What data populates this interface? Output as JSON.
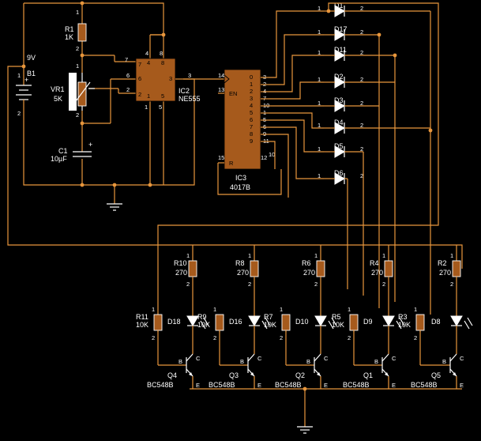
{
  "battery": {
    "ref": "B1",
    "value": "9V",
    "plus": "+",
    "pin1": "1",
    "pin2": "2"
  },
  "r1": {
    "ref": "R1",
    "value": "1K"
  },
  "vr1": {
    "ref": "VR1",
    "value": "5K"
  },
  "c1": {
    "ref": "C1",
    "value": "10µF",
    "plus": "+"
  },
  "ic2": {
    "ref": "IC2",
    "part": "NE555",
    "pins": [
      "4",
      "8",
      "7",
      "6",
      "2",
      "1",
      "5",
      "3"
    ]
  },
  "ic3": {
    "ref": "IC3",
    "part": "4017B",
    "en_label": "EN",
    "r_label": "R",
    "left_pins": [
      "14",
      "13",
      "15"
    ],
    "outputs": [
      {
        "idx": "0",
        "pin": "3"
      },
      {
        "idx": "1",
        "pin": "2"
      },
      {
        "idx": "2",
        "pin": "4"
      },
      {
        "idx": "3",
        "pin": "7"
      },
      {
        "idx": "4",
        "pin": "10"
      },
      {
        "idx": "5",
        "pin": "1"
      },
      {
        "idx": "6",
        "pin": "5"
      },
      {
        "idx": "7",
        "pin": "6"
      },
      {
        "idx": "8",
        "pin": "9"
      },
      {
        "idx": "9",
        "pin": "11"
      }
    ],
    "bottom_pins": [
      "15",
      "10",
      "12"
    ]
  },
  "steering_diodes": [
    {
      "ref": "D1"
    },
    {
      "ref": "D17"
    },
    {
      "ref": "D11"
    },
    {
      "ref": "D2"
    },
    {
      "ref": "D3"
    },
    {
      "ref": "D4"
    },
    {
      "ref": "D5"
    },
    {
      "ref": "D6"
    }
  ],
  "diode_pins": {
    "a": "1",
    "k": "2"
  },
  "stages": [
    {
      "base_res": "R11",
      "base_val": "10K",
      "coll_res": "R10",
      "coll_val": "270",
      "led": "D18",
      "q": "Q4",
      "q_part": "BC548B"
    },
    {
      "base_res": "R9",
      "base_val": "10K",
      "coll_res": "R8",
      "coll_val": "270",
      "led": "D16",
      "q": "Q3",
      "q_part": "BC548B"
    },
    {
      "base_res": "R7",
      "base_val": "10K",
      "coll_res": "R6",
      "coll_val": "270",
      "led": "D10",
      "q": "Q2",
      "q_part": "BC548B"
    },
    {
      "base_res": "R5",
      "base_val": "10K",
      "coll_res": "R4",
      "coll_val": "270",
      "led": "D9",
      "q": "Q1",
      "q_part": "BC548B"
    },
    {
      "base_res": "R3",
      "base_val": "10K",
      "coll_res": "R2",
      "coll_val": "270",
      "led": "D8",
      "q": "Q5",
      "q_part": "BC548B"
    }
  ],
  "colors": {
    "background": "#000000",
    "wire": "#e8963c",
    "component": "#a65a1c",
    "text": "#ffffff"
  }
}
